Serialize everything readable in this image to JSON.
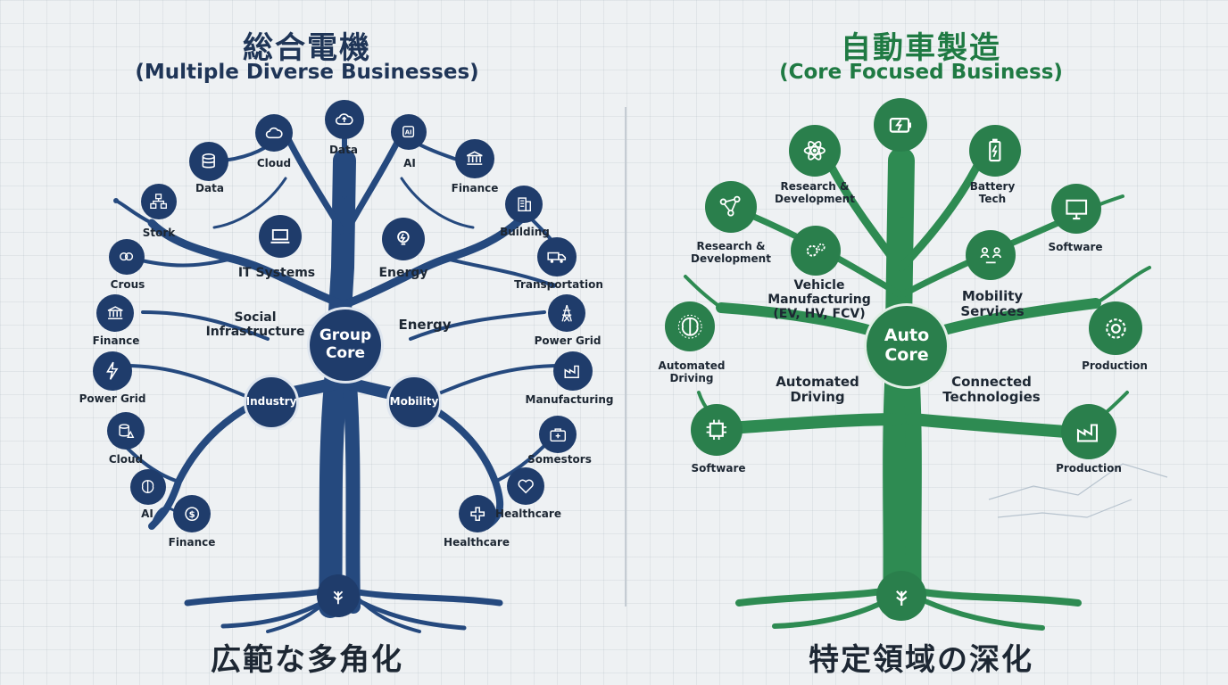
{
  "left": {
    "title_jp": "総合電機",
    "title_en": "(Multiple Diverse Businesses)",
    "bottom_jp": "広範な多角化",
    "core": {
      "line1": "Group",
      "line2": "Core"
    },
    "hubs": {
      "industry": "Industry",
      "mobility": "Mobility"
    },
    "branch_labels": {
      "it_systems": "IT Systems",
      "energy_upper": "Energy",
      "social_line1": "Social",
      "social_line2": "Infrastructure",
      "energy_mid": "Energy"
    },
    "leaves": {
      "cloud_top": "Cloud",
      "data_top": "Data",
      "ai_top": "AI",
      "data_left": "Data",
      "finance_top": "Finance",
      "stork": "Stork",
      "building": "Building",
      "crous": "Crous",
      "transportation": "Transportation",
      "finance_left": "Finance",
      "power_grid_right": "Power Grid",
      "power_grid_left": "Power Grid",
      "manufacturing": "Manufacturing",
      "cloud_left": "Cloud",
      "somestors": "Somestors",
      "ai_bottom": "AI",
      "healthcare_1": "Healthcare",
      "finance_bottom": "Finance",
      "healthcare_2": "Healthcare"
    }
  },
  "right": {
    "title_jp": "自動車製造",
    "title_en": "(Core Focused Business)",
    "bottom_jp": "特定領域の深化",
    "core": {
      "line1": "Auto",
      "line2": "Core"
    },
    "branch_labels": {
      "vehicle_line1": "Vehicle",
      "vehicle_line2": "Manufacturing",
      "vehicle_line3": "(EV, HV, FCV)",
      "mobility_line1": "Mobility",
      "mobility_line2": "Services",
      "auto_driving_line1": "Automated",
      "auto_driving_line2": "Driving",
      "connected_line1": "Connected",
      "connected_line2": "Technologies"
    },
    "leaves": {
      "rnd_top_line1": "Research &",
      "rnd_top_line2": "Development",
      "battery_line1": "Battery",
      "battery_line2": "Tech",
      "rnd_left_line1": "Research &",
      "rnd_left_line2": "Development",
      "software_right": "Software",
      "automated_line1": "Automated",
      "automated_line2": "Driving",
      "production_1": "Production",
      "software_left": "Software",
      "production_2": "Production"
    }
  }
}
